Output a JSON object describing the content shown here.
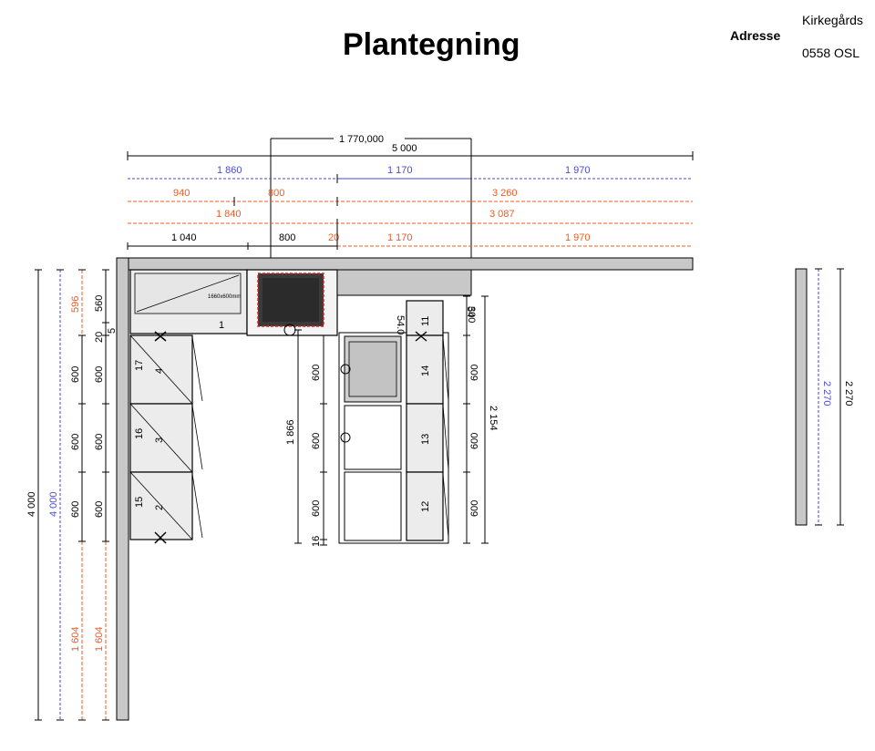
{
  "header": {
    "title": "Plantegning",
    "address_label": "Adresse",
    "address_line1": "Kirkegårds",
    "address_line2": "0558 OSL"
  },
  "plan": {
    "top_dims": {
      "outer_box": "1 770,000",
      "total": "5 000",
      "blue": [
        "1 860",
        "1 170",
        "1 970"
      ],
      "orange_row1": [
        "940",
        "800",
        "3 260"
      ],
      "orange_row2": [
        "1 840",
        "3 087"
      ],
      "black_row": [
        "1 040",
        "800",
        "20",
        "1 170",
        "1 970"
      ]
    },
    "left_dims": {
      "total_black": "4 000",
      "total_blue": "4 000",
      "orange_top": "596",
      "orange_bottom": "1 604",
      "black_bottom": "1 604",
      "col_a": [
        "600",
        "600",
        "600"
      ],
      "col_b": [
        "560",
        "20",
        "600",
        "600",
        "600"
      ],
      "small": "5"
    },
    "center_dims": {
      "total": "1 866",
      "modules": [
        "600",
        "600",
        "600"
      ],
      "bottom": "16",
      "upper_a": "54.0",
      "upper_b": "300"
    },
    "right_dims": {
      "total": "2 154",
      "modules": [
        "600",
        "600",
        "600"
      ],
      "top_label": "54"
    },
    "far_right": {
      "blue": "2 270",
      "black": "2 270"
    },
    "cabinet_labels": {
      "left": [
        "17",
        "16",
        "15"
      ],
      "left_inner": [
        "4",
        "3",
        "2"
      ],
      "top_left": "1",
      "right": [
        "14",
        "13",
        "12"
      ],
      "right_top": "11",
      "fridge_label": "1660x600mm"
    }
  }
}
